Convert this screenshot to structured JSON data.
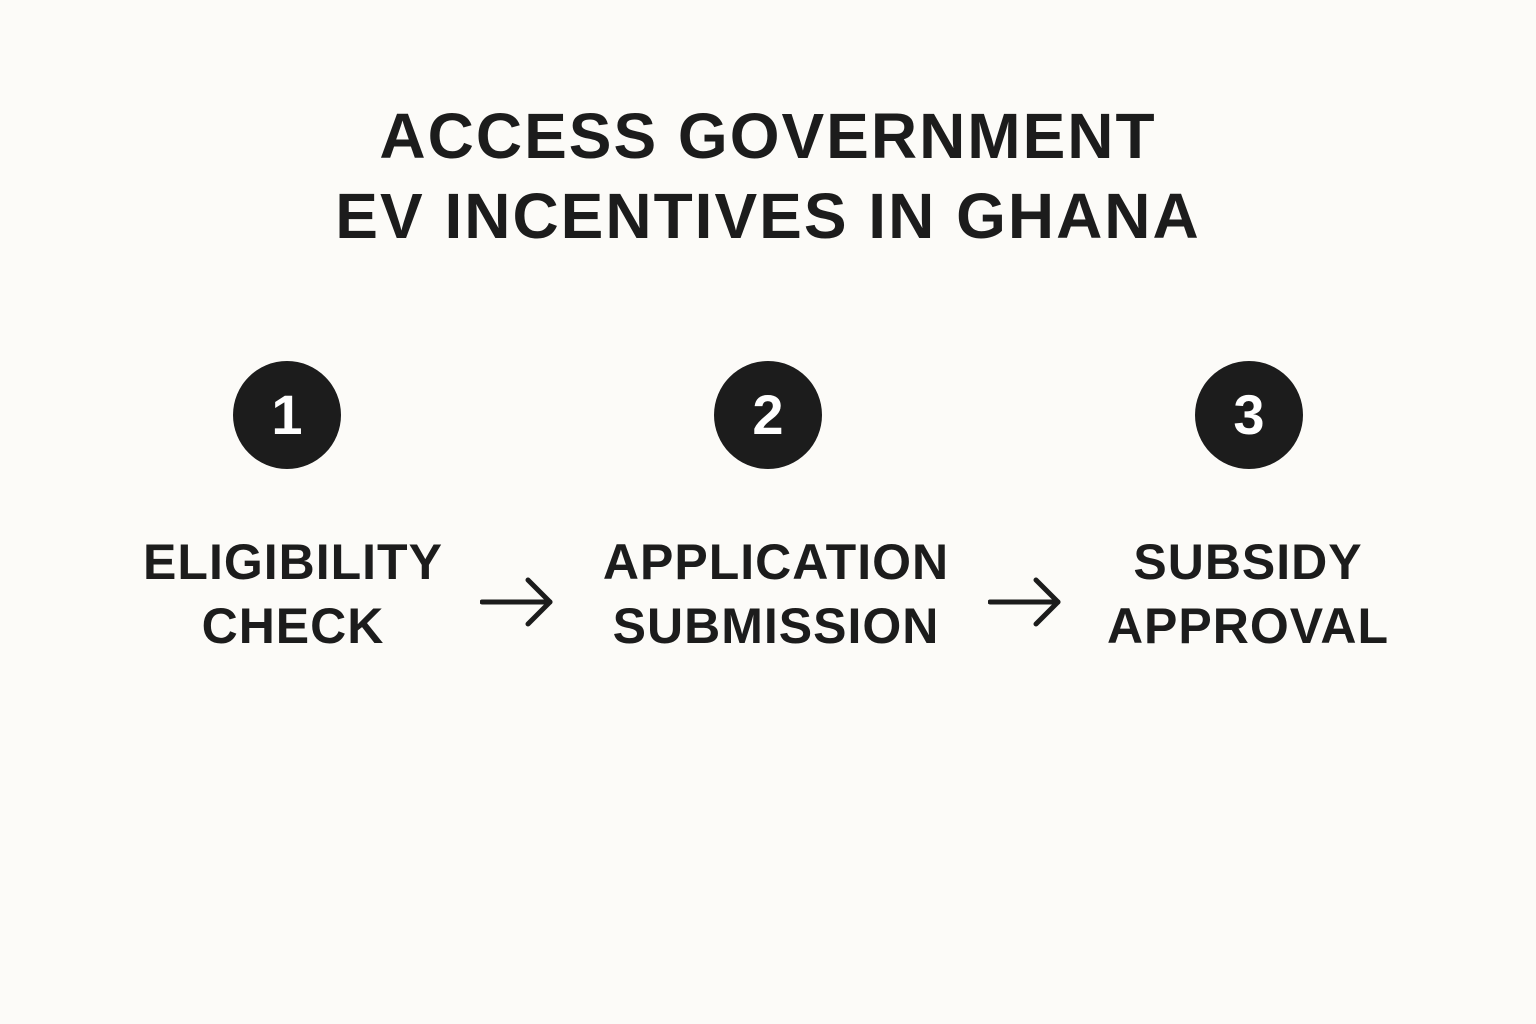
{
  "title": {
    "line1": "ACCESS GOVERNMENT",
    "line2": "EV INCENTIVES IN GHANA"
  },
  "steps": [
    {
      "number": "1",
      "label_line1": "ELIGIBILITY",
      "label_line2": "CHECK"
    },
    {
      "number": "2",
      "label_line1": "APPLICATION",
      "label_line2": "SUBMISSION"
    },
    {
      "number": "3",
      "label_line1": "SUBSIDY",
      "label_line2": "APPROVAL"
    }
  ],
  "arrows": [
    "right-arrow-icon",
    "right-arrow-icon"
  ],
  "colors": {
    "background": "#fcfbf8",
    "text": "#1c1c1c",
    "circle": "#1c1c1c",
    "circle_text": "#ffffff"
  }
}
